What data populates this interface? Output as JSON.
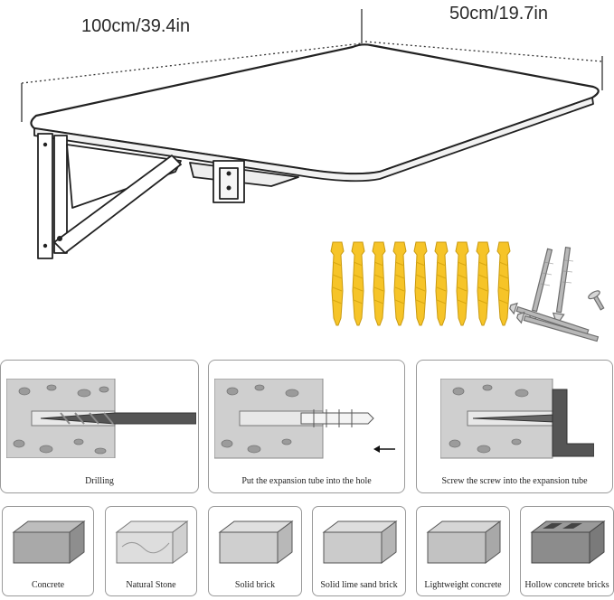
{
  "dimensions": {
    "width_label": "100cm/39.4in",
    "depth_label": "50cm/19.7in"
  },
  "hardware": {
    "anchor_count": 9,
    "screw_count": 4,
    "anchor_color": "#f6c428",
    "screw_color": "#9a9a9a"
  },
  "steps": [
    {
      "caption": "Drilling"
    },
    {
      "caption": "Put the expansion tube into the hole"
    },
    {
      "caption": "Screw the screw into the expansion tube"
    }
  ],
  "materials": [
    {
      "caption": "Concrete"
    },
    {
      "caption": "Natural Stone"
    },
    {
      "caption": "Solid brick"
    },
    {
      "caption": "Solid lime sand brick"
    },
    {
      "caption": "Lightweight concrete"
    },
    {
      "caption": "Hollow concrete bricks"
    }
  ]
}
